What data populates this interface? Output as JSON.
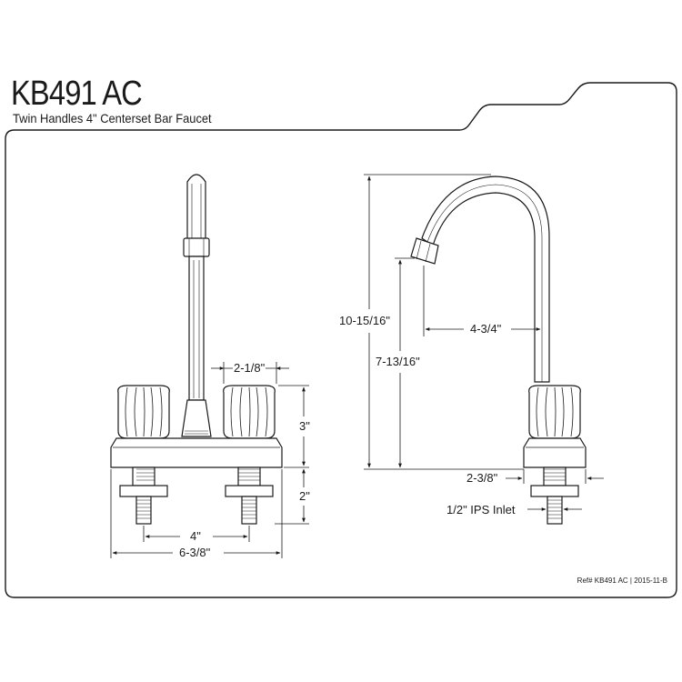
{
  "header": {
    "model": "KB491 AC",
    "subtitle": "Twin Handles 4\" Centerset Bar Faucet"
  },
  "dimensions": {
    "handle_spread": "2-1/8\"",
    "handle_height": "3\"",
    "shank_length": "2\"",
    "centerset": "4\"",
    "base_width": "6-3/8\"",
    "overall_height": "10-15/16\"",
    "spout_height": "7-13/16\"",
    "spout_reach": "4-3/4\"",
    "base_depth": "2-3/8\"",
    "inlet": "1/2\" IPS Inlet"
  },
  "footer": {
    "reference": "Ref# KB491 AC | 2015-11-B"
  },
  "colors": {
    "line": "#1a1a1a",
    "fill": "#ffffff"
  }
}
